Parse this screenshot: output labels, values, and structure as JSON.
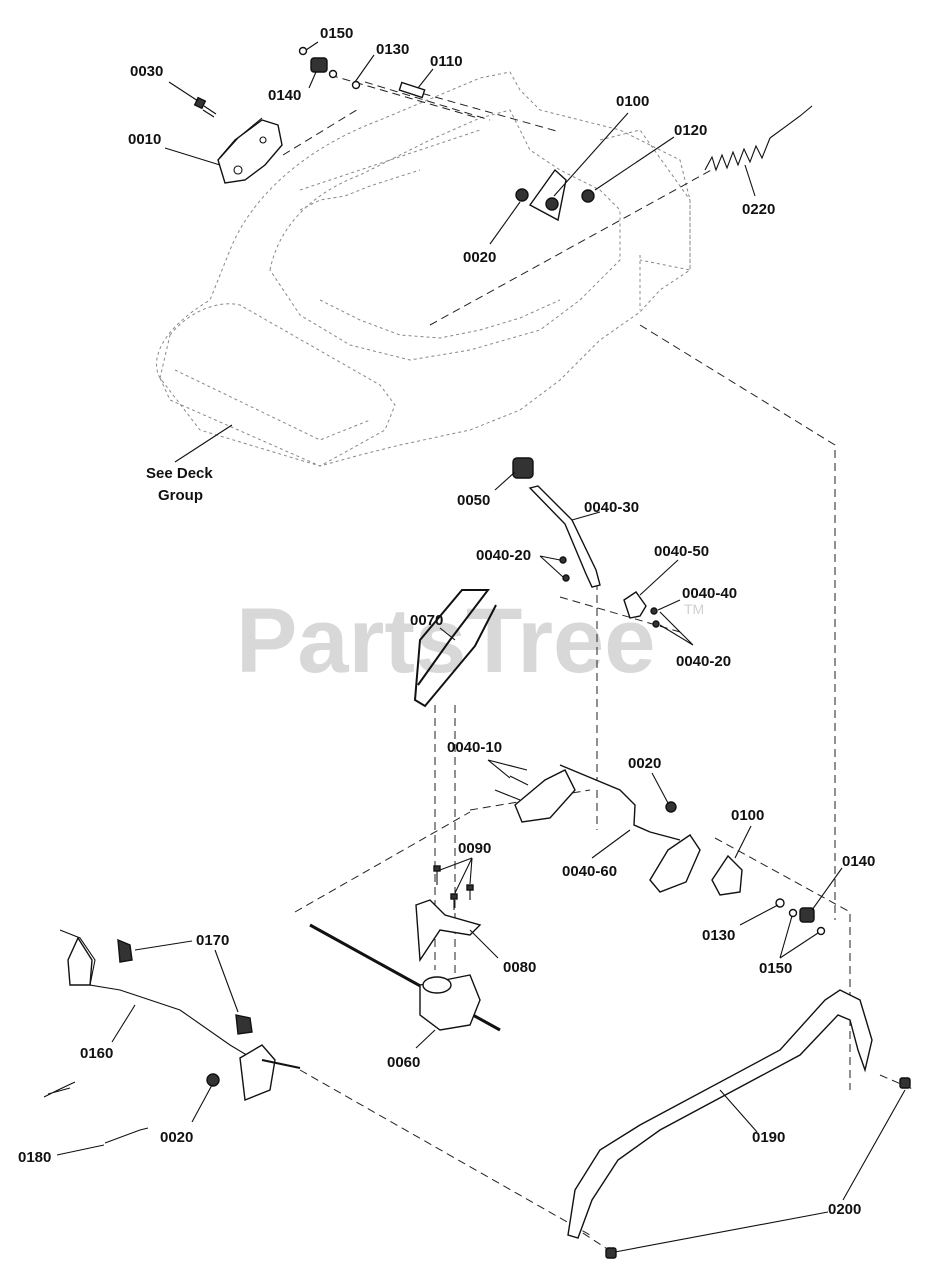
{
  "watermark": {
    "text": "PartsTree",
    "tm": "TM"
  },
  "labels": {
    "l0150a": "0150",
    "l0130a": "0130",
    "l0110": "0110",
    "l0030": "0030",
    "l0140a": "0140",
    "l0010": "0010",
    "l0100a": "0100",
    "l0120": "0120",
    "l0220": "0220",
    "l0020a": "0020",
    "see_deck": "See Deck",
    "group": "Group",
    "l0050": "0050",
    "l0040_30": "0040-30",
    "l0040_20a": "0040-20",
    "l0040_50": "0040-50",
    "l0040_40": "0040-40",
    "l0040_20b": "0040-20",
    "l0070": "0070",
    "l0040_10": "0040-10",
    "l0020b": "0020",
    "l0100b": "0100",
    "l0090": "0090",
    "l0040_60": "0040-60",
    "l0140b": "0140",
    "l0170": "0170",
    "l0080": "0080",
    "l0130b": "0130",
    "l0150b": "0150",
    "l0160": "0160",
    "l0060": "0060",
    "l0020c": "0020",
    "l0190": "0190",
    "l0180": "0180",
    "l0200": "0200"
  }
}
